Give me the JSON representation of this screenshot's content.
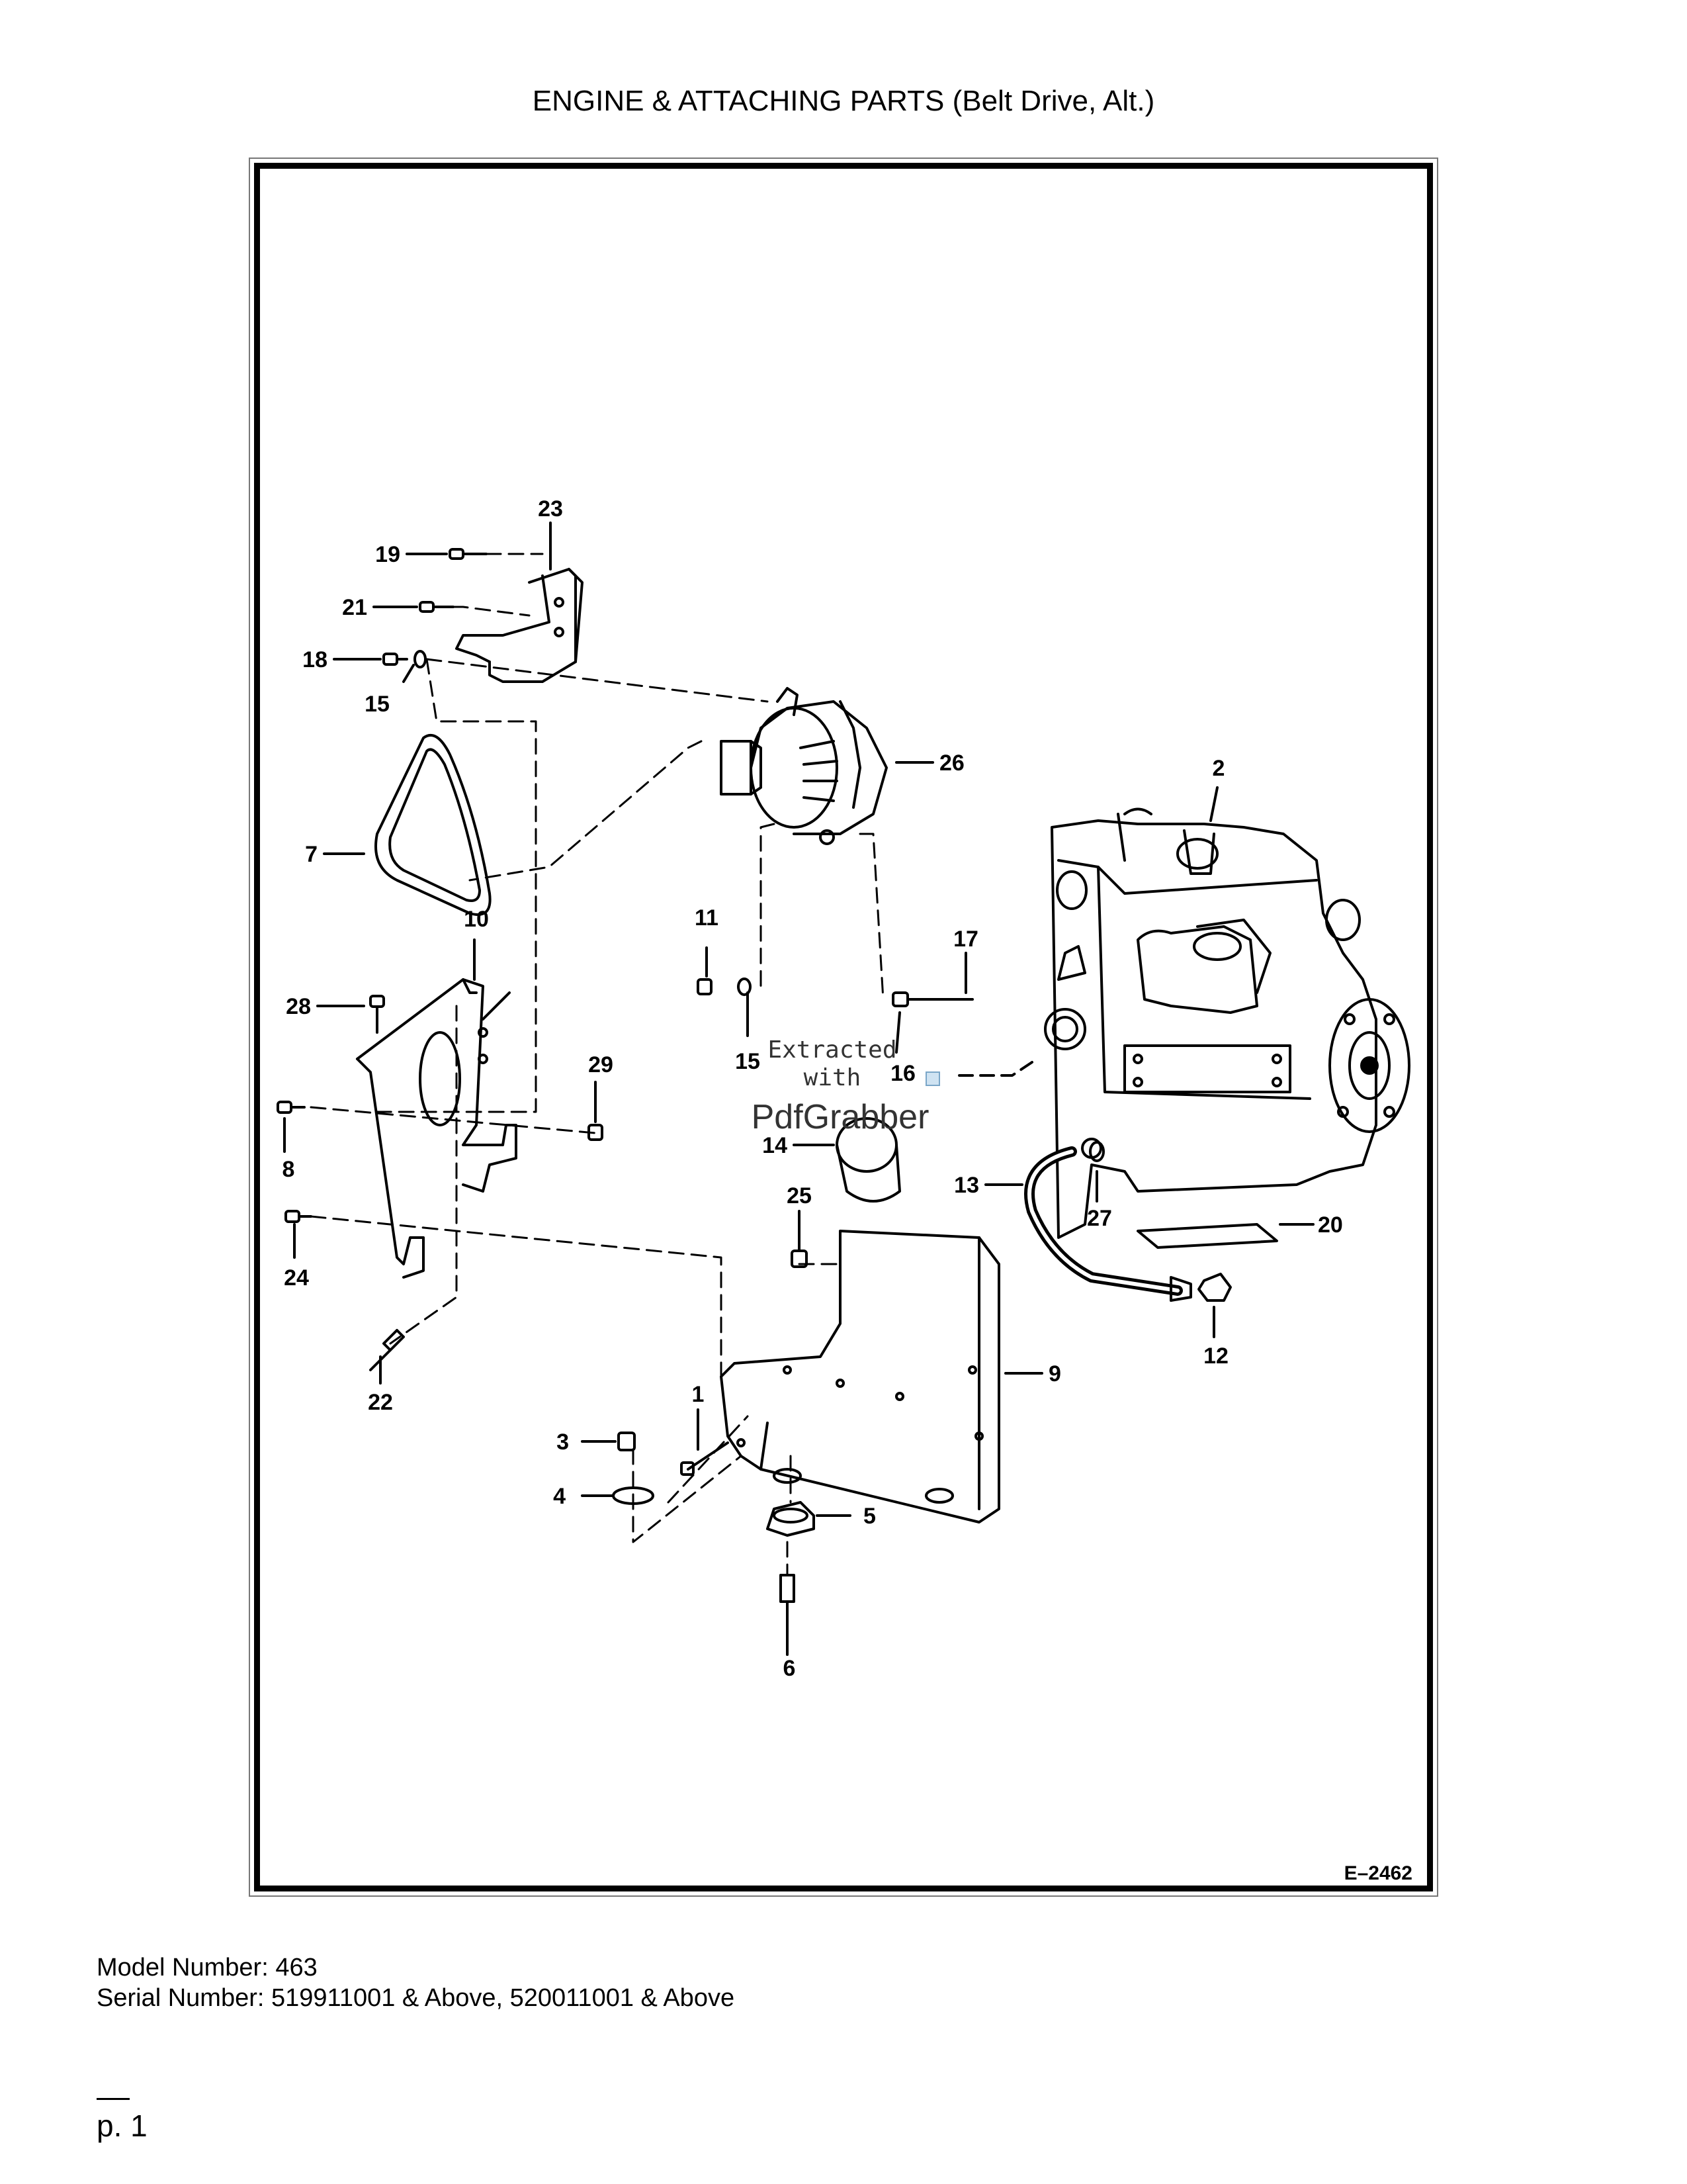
{
  "page": {
    "title": "ENGINE & ATTACHING PARTS (Belt Drive, Alt.)",
    "model_line": "Model Number: 463",
    "serial_line": "Serial Number: 519911001 & Above, 520011001 & Above",
    "page_number": "p. 1"
  },
  "diagram": {
    "figure_ref": "E–2462",
    "watermark_line1": "Extracted",
    "watermark_line2": "with",
    "watermark_brand": "PdfGrabber",
    "callouts": {
      "c1": "1",
      "c2": "2",
      "c3": "3",
      "c4": "4",
      "c5": "5",
      "c6": "6",
      "c7": "7",
      "c8": "8",
      "c9": "9",
      "c10": "10",
      "c11": "11",
      "c12": "12",
      "c13": "13",
      "c14": "14",
      "c15a": "15",
      "c15b": "15",
      "c16": "16",
      "c17": "17",
      "c18": "18",
      "c19": "19",
      "c20": "20",
      "c21": "21",
      "c22": "22",
      "c23": "23",
      "c24": "24",
      "c25": "25",
      "c26": "26",
      "c27": "27",
      "c28": "28",
      "c29": "29"
    }
  }
}
